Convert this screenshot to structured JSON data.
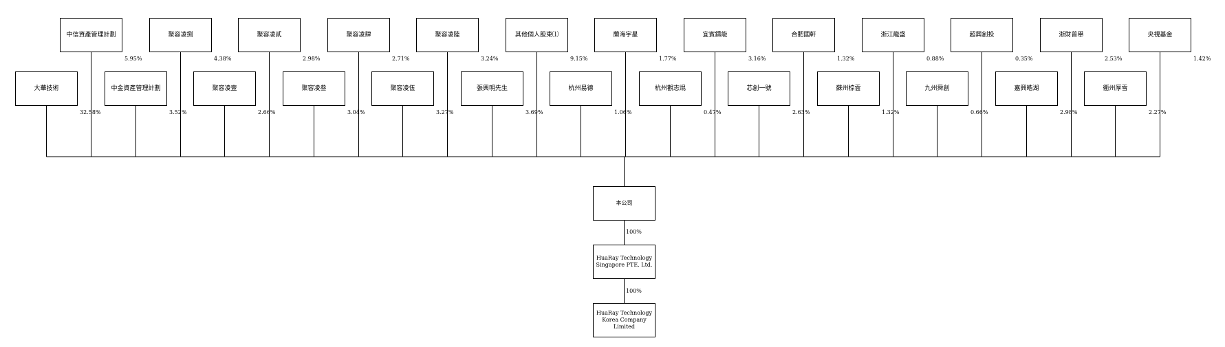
{
  "top_row": [
    {
      "name": "中信資產管理計劃",
      "pct": "5.95%"
    },
    {
      "name": "聚容凌捌",
      "pct": "4.38%"
    },
    {
      "name": "聚容凌貳",
      "pct": "2.98%"
    },
    {
      "name": "聚容凌肆",
      "pct": "2.71%"
    },
    {
      "name": "聚容凌陸",
      "pct": "3.24%"
    },
    {
      "name": "其他個人股東⑴",
      "pct": "9.15%"
    },
    {
      "name": "蘭海宇星",
      "pct": "1.77%"
    },
    {
      "name": "宜賓鑄能",
      "pct": "3.16%"
    },
    {
      "name": "合肥國軒",
      "pct": "1.32%"
    },
    {
      "name": "浙江龍盛",
      "pct": "0.88%"
    },
    {
      "name": "超興創投",
      "pct": "0.35%"
    },
    {
      "name": "浙財普舉",
      "pct": "2.53%"
    },
    {
      "name": "央視基金",
      "pct": "1.42%"
    }
  ],
  "bottom_row": [
    {
      "name": "大華技術",
      "pct": "32.58%"
    },
    {
      "name": "中金資產管理計劃",
      "pct": "3.52%"
    },
    {
      "name": "聚容凌壹",
      "pct": "2.66%"
    },
    {
      "name": "聚容凌叁",
      "pct": "3.04%"
    },
    {
      "name": "聚容凌伍",
      "pct": "3.27%"
    },
    {
      "name": "張興明先生",
      "pct": "3.69%"
    },
    {
      "name": "杭州易德",
      "pct": "1.06%"
    },
    {
      "name": "杭州觀志焜",
      "pct": "0.47%"
    },
    {
      "name": "芯創一號",
      "pct": "2.63%"
    },
    {
      "name": "蘇州棕雲",
      "pct": "1.32%"
    },
    {
      "name": "九州舜創",
      "pct": "0.66%"
    },
    {
      "name": "嘉興皓湖",
      "pct": "2.98%"
    },
    {
      "name": "衢州厚雪",
      "pct": "2.27%"
    }
  ],
  "company": {
    "name": "本公司"
  },
  "singapore": {
    "name": "HuaRay Technology Singapore PTE. Ltd.",
    "pct": "100%"
  },
  "korea": {
    "name": "HuaRay Technology Korea Company Limited",
    "pct": "100%"
  }
}
